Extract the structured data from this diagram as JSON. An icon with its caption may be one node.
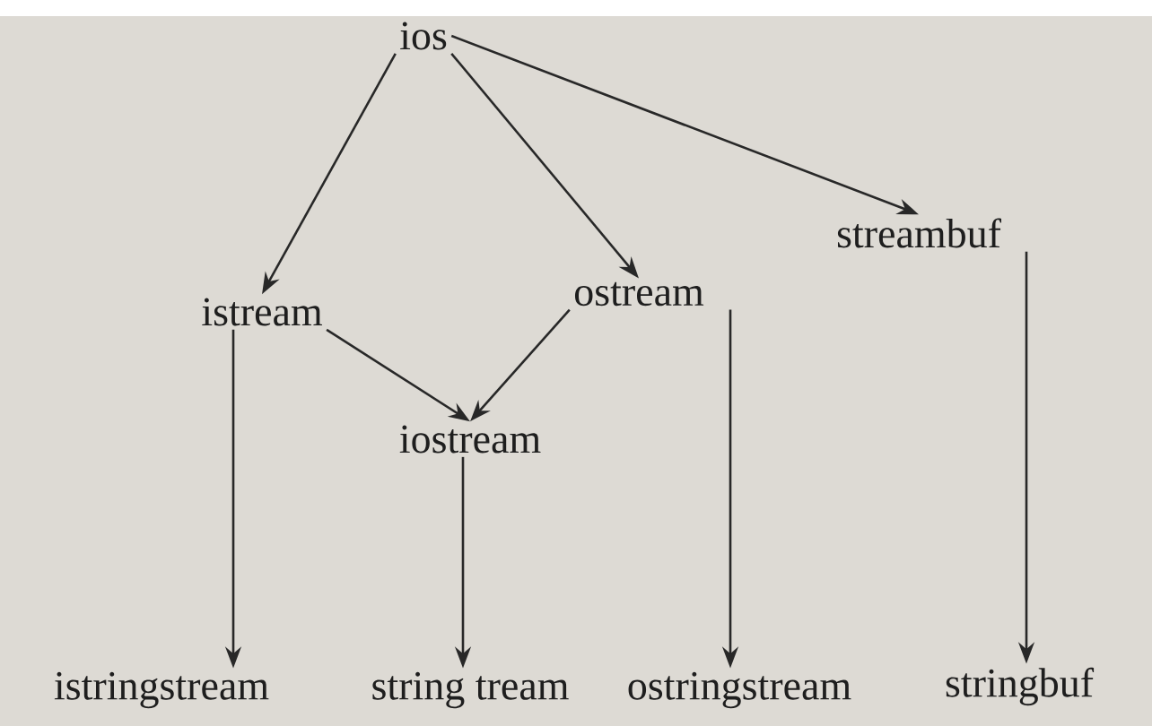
{
  "diagram": {
    "nodes": [
      {
        "text": [
          "ios"
        ]
      },
      {
        "text": [
          "streambuf"
        ]
      },
      {
        "text": [
          "istream"
        ]
      },
      {
        "text": [
          "ostream"
        ]
      },
      {
        "text": [
          "iostream"
        ]
      },
      {
        "text": [
          "istringstream"
        ]
      },
      {
        "text": [
          "string tream"
        ]
      },
      {
        "text": [
          "ostringstream"
        ]
      },
      {
        "text": [
          "stringbuf"
        ]
      }
    ],
    "edges": [
      {
        "from": 0,
        "to": 2,
        "arrow": "to"
      },
      {
        "from": 0,
        "to": 3,
        "arrow": "to"
      },
      {
        "from": 0,
        "to": 1,
        "arrow": "to"
      },
      {
        "from": 2,
        "to": 4,
        "arrow": "to"
      },
      {
        "from": 3,
        "to": 4,
        "arrow": "to"
      },
      {
        "from": 2,
        "to": 5,
        "arrow": "to"
      },
      {
        "from": 4,
        "to": 6,
        "arrow": "to"
      },
      {
        "from": 3,
        "to": 7,
        "arrow": "to"
      },
      {
        "from": 1,
        "to": 8,
        "arrow": "to"
      }
    ]
  }
}
